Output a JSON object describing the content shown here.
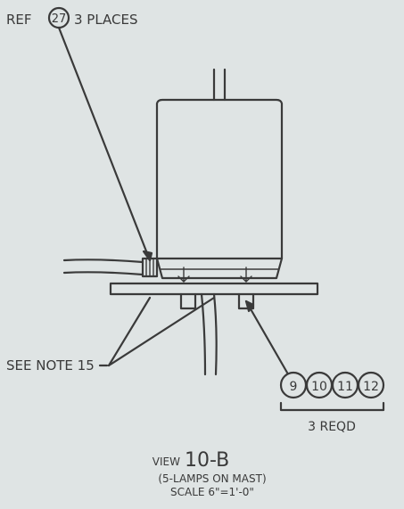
{
  "drawing": {
    "ref_prefix": "REF",
    "ref_number": "27",
    "ref_suffix": "3 PLACES",
    "see_note": "SEE NOTE 15",
    "part_numbers": [
      "9",
      "10",
      "11",
      "12"
    ],
    "reqd": "3 REQD",
    "view_prefix": "VIEW",
    "view_id": "10-B",
    "view_subtitle": "(5-LAMPS ON MAST)",
    "scale": "SCALE 6\"=1'-0\""
  },
  "colors": {
    "paper": "#dfe4e4",
    "ink": "#3a3a3a"
  }
}
